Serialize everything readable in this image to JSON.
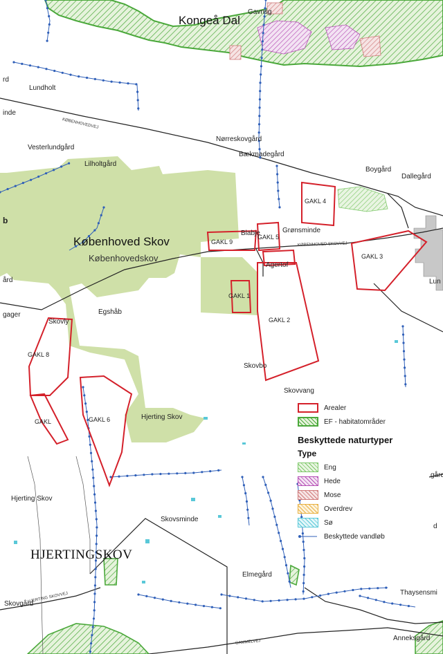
{
  "map": {
    "labels": {
      "kongea_dal": "Kongeå Dal",
      "gavnsg": "Gavnsg",
      "rd": "rd",
      "lundholt": "Lundholt",
      "inde": "inde",
      "vesterlundgard": "Vesterlundgård",
      "lilholtgard": "Lilholtgård",
      "norreskovgard": "Nørreskovgård",
      "baekmadegard": "Bækmadegård",
      "boygard": "Boygård",
      "dallegard": "Dallegård",
      "kobenhoved_skov": "Københoved Skov",
      "kobenhovedskov": "Københovedskov",
      "blabjerg": "Blabje",
      "gronsminde": "Grønsminde",
      "agertof": "Agertof",
      "lun": "Lun",
      "gager": "gager",
      "skovly": "Skovly",
      "egshab": "Egshåb",
      "skovbo": "Skovbo",
      "skovvang": "Skovvang",
      "hjerting_skov": "Hjerting Skov",
      "hjerting_skov_west": "Hjerting Skov",
      "skovsminde": "Skovsminde",
      "hjertingskov": "HJERTINGSKOV",
      "elmegard": "Elmegård",
      "thaysensminde": "Thaysensmi",
      "skovgard": "Skovgård",
      "anneksgard": "Anneksgård",
      "gard_right": "gård",
      "d_right": "d",
      "ard_left": "ård",
      "b_left": "b"
    },
    "road_labels": {
      "road1": "KØBENHOVEDVEJ",
      "road2": "KØBENHOVED SKOVVEJ",
      "road3": "HJERTING SKOVVEJ",
      "road4": "GAMMELVEJ"
    },
    "areas": {
      "gakl3": "GAKL 3",
      "gakl4": "GAKL 4",
      "gakl5": "GAKL 5",
      "gakl9": "GAKL 9",
      "gakl1": "GAKL 1",
      "gakl2": "GAKL 2",
      "gakl8": "GAKL 8",
      "gakl6": "GAKL 6",
      "gakl7": "GAKL"
    }
  },
  "legend": {
    "arealer": "Arealer",
    "ef": "EF - habitatområder",
    "heading": "Beskyttede naturtyper",
    "type": "Type",
    "eng": "Eng",
    "hede": "Hede",
    "mose": "Mose",
    "overdrev": "Overdrev",
    "so": "Sø",
    "vandlob": "Beskyttede vandløb"
  },
  "colors": {
    "forest": "#cfe0a8",
    "area_outline": "#d4202a",
    "habitat_outline": "#4aa83a",
    "eng": "#7ec86a",
    "hede": "#b64fb6",
    "mose": "#d07a7a",
    "overdrev": "#e8b040",
    "so": "#59c8d8",
    "stream": "#2f5fb8"
  }
}
